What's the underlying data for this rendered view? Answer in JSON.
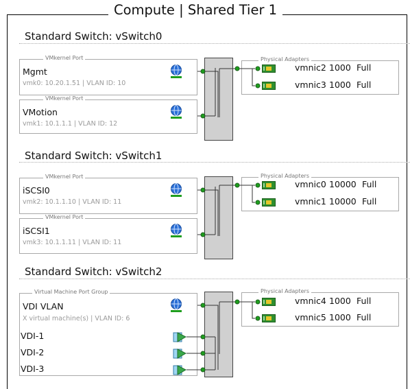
{
  "title": "Compute | Shared Tier 1",
  "physical_caption": "Physical Adapters",
  "switches": [
    {
      "title": "Standard Switch: vSwitch0",
      "ports": [
        {
          "caption": "VMkernel Port",
          "name": "Mgmt",
          "detail": "vmk0: 10.20.1.51 | VLAN ID: 10"
        },
        {
          "caption": "VMkernel Port",
          "name": "VMotion",
          "detail": "vmk1: 10.1.1.1 | VLAN ID: 12"
        }
      ],
      "adapters": [
        {
          "name": "vmnic2",
          "speed": "1000",
          "duplex": "Full"
        },
        {
          "name": "vmnic3",
          "speed": "1000",
          "duplex": "Full"
        }
      ]
    },
    {
      "title": "Standard Switch: vSwitch1",
      "ports": [
        {
          "caption": "VMkernel Port",
          "name": "iSCSI0",
          "detail": "vmk2: 10.1.1.10 | VLAN ID: 11"
        },
        {
          "caption": "VMkernel Port",
          "name": "iSCSI1",
          "detail": "vmk3: 10.1.1.11 | VLAN ID: 11"
        }
      ],
      "adapters": [
        {
          "name": "vmnic0",
          "speed": "10000",
          "duplex": "Full"
        },
        {
          "name": "vmnic1",
          "speed": "10000",
          "duplex": "Full"
        }
      ]
    },
    {
      "title": "Standard Switch: vSwitch2",
      "vm_group": {
        "caption": "Virtual Machine Port Group",
        "name": "VDI VLAN",
        "detail": "X virtual machine(s) | VLAN ID: 6",
        "vms": [
          "VDI-1",
          "VDI-2",
          "VDI-3"
        ]
      },
      "adapters": [
        {
          "name": "vmnic4",
          "speed": "1000",
          "duplex": "Full"
        },
        {
          "name": "vmnic5",
          "speed": "1000",
          "duplex": "Full"
        }
      ]
    }
  ],
  "colors": {
    "nic_green": "#1e9e1e",
    "port_blue": "#2a6fd6",
    "vm_green": "#3aa84a",
    "switch_bar": "#d0d0d0"
  },
  "icons": {
    "port": "network-globe-icon",
    "nic": "nic-card-icon",
    "vm": "virtual-machine-icon"
  }
}
